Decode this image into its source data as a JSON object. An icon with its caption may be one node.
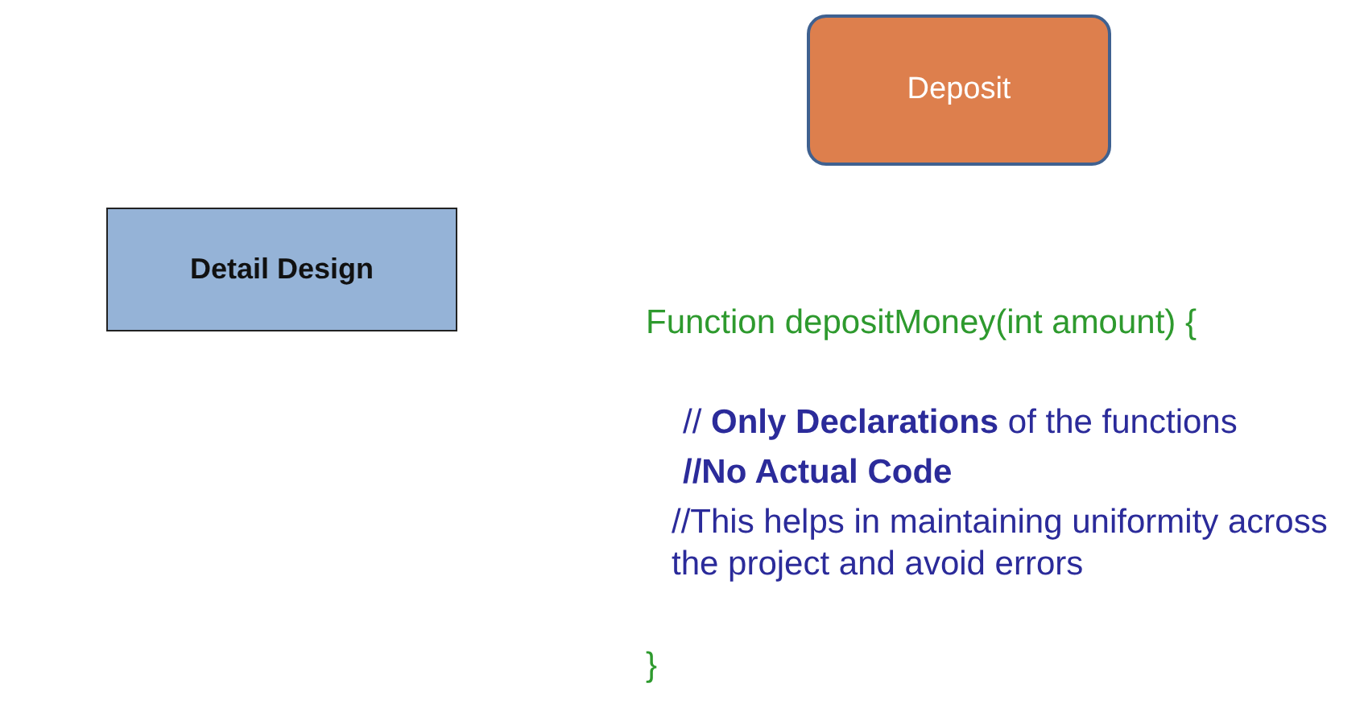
{
  "diagram": {
    "nodes": [
      {
        "text": [
          "Deposit"
        ]
      },
      {
        "text": [
          "Detail Design"
        ]
      }
    ],
    "labels": [
      "Function depositMoney(int amount) {",
      "// **Only Declarations** of the functions",
      "//No Actual Code",
      "//This helps in maintaining uniformity across the project and avoid errors",
      "}"
    ]
  }
}
